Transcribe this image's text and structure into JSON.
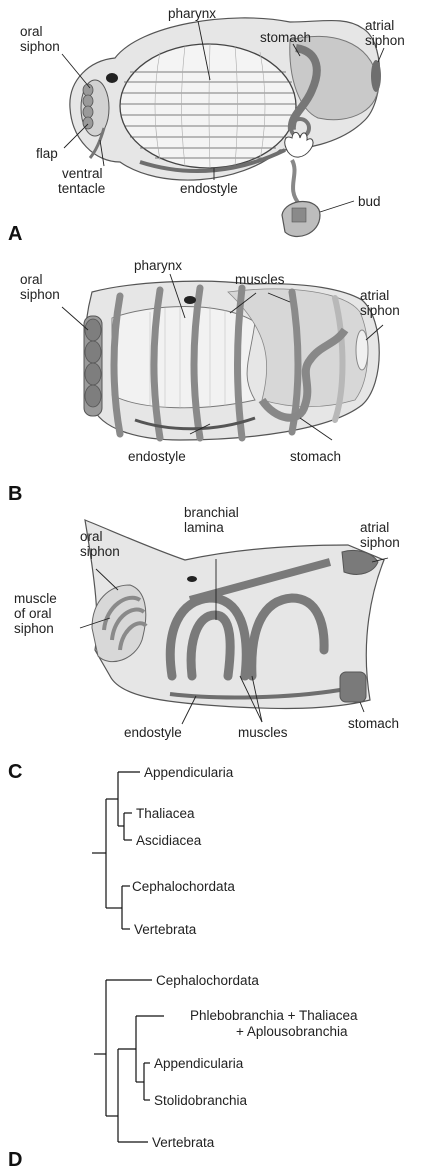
{
  "panel_a": {
    "letter": "A",
    "oral_siphon": [
      "oral",
      "siphon"
    ],
    "pharynx": "pharynx",
    "stomach": "stomach",
    "atrial_siphon": [
      "atrial",
      "siphon"
    ],
    "flap": "flap",
    "ventral_tentacle": [
      "ventral",
      "tentacle"
    ],
    "endostyle": "endostyle",
    "bud": "bud"
  },
  "panel_b": {
    "letter": "B",
    "oral_siphon": [
      "oral",
      "siphon"
    ],
    "pharynx": "pharynx",
    "muscles": "muscles",
    "atrial_siphon": [
      "atrial",
      "siphon"
    ],
    "endostyle": "endostyle",
    "stomach": "stomach"
  },
  "panel_c": {
    "letter": "C",
    "oral_siphon": [
      "oral",
      "siphon"
    ],
    "branchial_lamina": [
      "branchial",
      "lamina"
    ],
    "atrial_siphon": [
      "atrial",
      "siphon"
    ],
    "muscle_oral": [
      "muscle",
      "of oral",
      "siphon"
    ],
    "endostyle": "endostyle",
    "muscles": "muscles",
    "stomach": "stomach"
  },
  "panel_d": {
    "letter": "D",
    "tree1": [
      "Appendicularia",
      "Thaliacea",
      "Ascidiacea",
      "Cephalochordata",
      "Vertebrata"
    ],
    "tree2": {
      "cephalochordata": "Cephalochordata",
      "phlebo": [
        "Phlebobranchia + Thaliacea",
        "+ Aplousobranchia"
      ],
      "appendicularia": "Appendicularia",
      "stolido": "Stolidobranchia",
      "vertebrata": "Vertebrata"
    }
  },
  "colors": {
    "body_fill": "#e6e6e6",
    "mid_gray": "#9a9a9a",
    "dark_gray": "#6e6e6e",
    "outline": "#555555"
  }
}
